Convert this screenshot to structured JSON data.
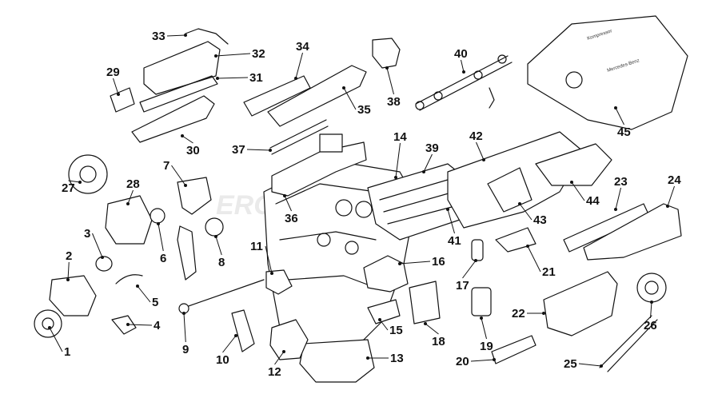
{
  "watermark": "ERGOMOTOR PARTS",
  "callouts": [
    "1",
    "2",
    "3",
    "4",
    "5",
    "6",
    "7",
    "8",
    "9",
    "10",
    "11",
    "12",
    "13",
    "14",
    "15",
    "16",
    "17",
    "18",
    "19",
    "20",
    "21",
    "22",
    "23",
    "24",
    "25",
    "26",
    "27",
    "28",
    "29",
    "30",
    "31",
    "32",
    "33",
    "34",
    "35",
    "36",
    "37",
    "38",
    "39",
    "40",
    "41",
    "42",
    "43",
    "44",
    "45"
  ],
  "engine_cover_text": [
    "Kompressor",
    "Mercedes-Benz"
  ]
}
